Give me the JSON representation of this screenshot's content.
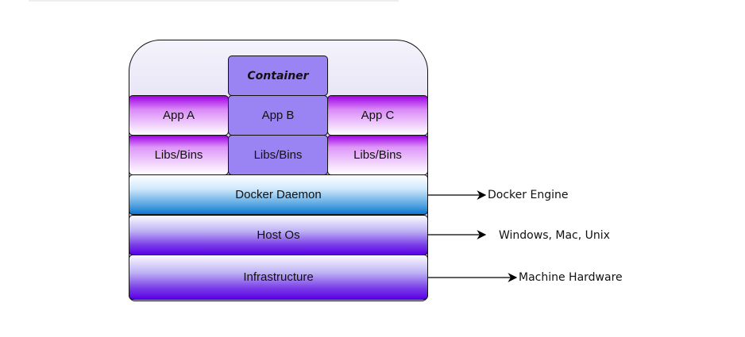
{
  "diagram": {
    "container_label": "Container",
    "apps": [
      "App A",
      "App B",
      "App C"
    ],
    "libs": [
      "Libs/Bins",
      "Libs/Bins",
      "Libs/Bins"
    ],
    "layers": {
      "docker_daemon": "Docker Daemon",
      "host_os": "Host Os",
      "infrastructure": "Infrastructure"
    },
    "annotations": {
      "docker_engine": "Docker Engine",
      "os_list": "Windows, Mac, Unix",
      "hardware": "Machine Hardware"
    }
  }
}
